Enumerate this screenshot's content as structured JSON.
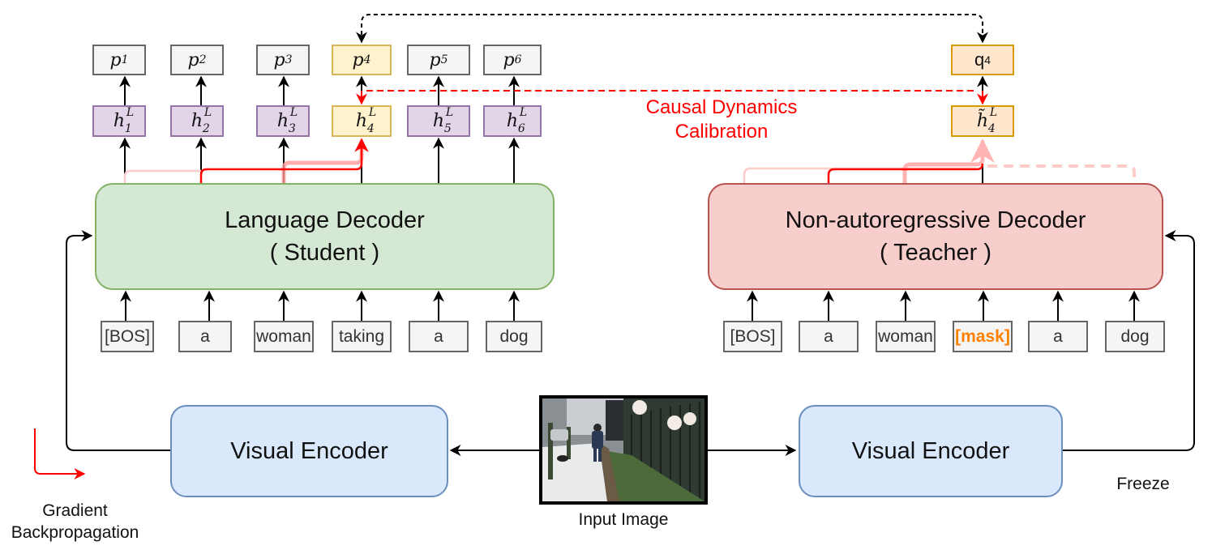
{
  "student": {
    "decoder_title": "Language Decoder",
    "decoder_subtitle": "( Student )",
    "outputs": [
      "p",
      "p",
      "p",
      "p",
      "p",
      "p"
    ],
    "output_indices": [
      "1",
      "2",
      "3",
      "4",
      "5",
      "6"
    ],
    "hidden_symbol": "h",
    "hidden_superscript": "L",
    "hidden_indices": [
      "1",
      "2",
      "3",
      "4",
      "5",
      "6"
    ],
    "highlighted_index": 4,
    "tokens": [
      "[BOS]",
      "a",
      "woman",
      "taking",
      "a",
      "dog"
    ]
  },
  "teacher": {
    "decoder_title": "Non-autoregressive Decoder",
    "decoder_subtitle": "( Teacher )",
    "output_symbol": "q",
    "output_index": "4",
    "hidden_symbol": "h̃",
    "hidden_superscript": "L",
    "hidden_index": "4",
    "tokens": [
      "[BOS]",
      "a",
      "woman",
      "[mask]",
      "a",
      "dog"
    ],
    "masked_token_index": 3
  },
  "encoders": {
    "left_label": "Visual Encoder",
    "right_label": "Visual Encoder"
  },
  "image": {
    "caption": "Input Image",
    "description": "street sidewalk with a person walking a dog next to a fence with white blossoms"
  },
  "annotations": {
    "calibration_line1": "Causal Dynamics",
    "calibration_line2": "Calibration",
    "freeze": "Freeze",
    "gradient_line1": "Gradient",
    "gradient_line2": "Backpropagation"
  },
  "colors": {
    "student_fill": "#d5e8d4",
    "student_stroke": "#82b366",
    "teacher_fill": "#f8cecc",
    "teacher_stroke": "#b85450",
    "encoder_fill": "#dae8fc",
    "encoder_stroke": "#6c8ebf",
    "hidden_fill": "#e1d5e7",
    "hidden_stroke": "#9673a6",
    "highlight_fill": "#fff2cc",
    "highlight_stroke": "#d6b656",
    "teacher_out_fill": "#ffe6cc",
    "teacher_out_stroke": "#d79b00",
    "gradient_red": "#ff0000",
    "mask_orange": "#ff8000"
  }
}
